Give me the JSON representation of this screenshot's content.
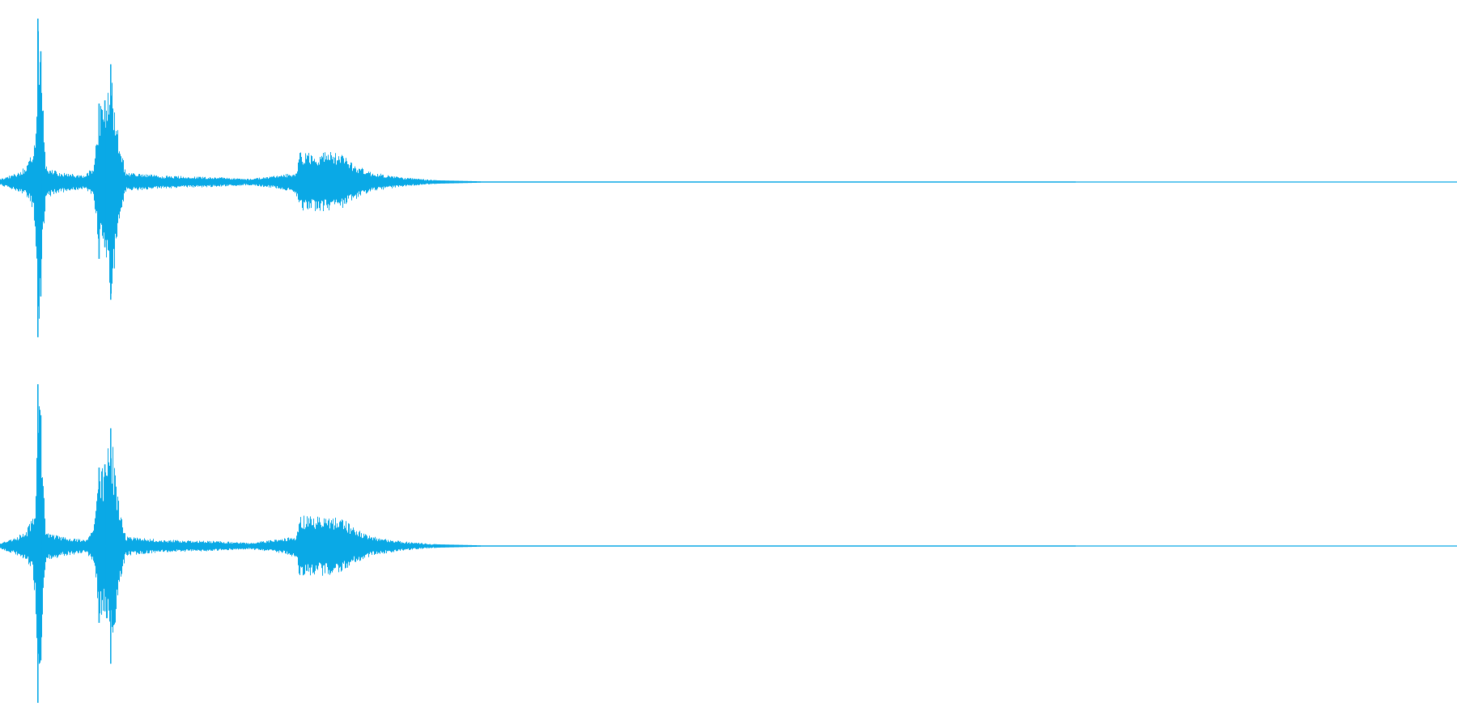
{
  "colors": {
    "background": "#ffffff",
    "waveform": "#0aa9e6"
  },
  "chart_data": {
    "type": "area",
    "description_kind": "stereo audio waveform envelope",
    "x_domain": [
      0,
      1
    ],
    "y_domain": [
      -1,
      1
    ],
    "grid": false,
    "legend": "none",
    "channels": [
      {
        "channel": 1,
        "envelope_points": [
          {
            "x": 0.0,
            "upper": 0.02,
            "lower": -0.02
          },
          {
            "x": 0.01,
            "upper": 0.05,
            "lower": -0.05
          },
          {
            "x": 0.018,
            "upper": 0.1,
            "lower": -0.09
          },
          {
            "x": 0.022,
            "upper": 0.18,
            "lower": -0.16
          },
          {
            "x": 0.024,
            "upper": 0.25,
            "lower": -0.33
          },
          {
            "x": 0.026,
            "upper": 1.0,
            "lower": -0.95
          },
          {
            "x": 0.028,
            "upper": 0.8,
            "lower": -0.7
          },
          {
            "x": 0.031,
            "upper": 0.1,
            "lower": -0.1
          },
          {
            "x": 0.04,
            "upper": 0.06,
            "lower": -0.07
          },
          {
            "x": 0.058,
            "upper": 0.04,
            "lower": -0.04
          },
          {
            "x": 0.064,
            "upper": 0.1,
            "lower": -0.1
          },
          {
            "x": 0.068,
            "upper": 0.48,
            "lower": -0.47
          },
          {
            "x": 0.072,
            "upper": 0.5,
            "lower": -0.4
          },
          {
            "x": 0.076,
            "upper": 0.72,
            "lower": -0.72
          },
          {
            "x": 0.08,
            "upper": 0.35,
            "lower": -0.4
          },
          {
            "x": 0.086,
            "upper": 0.06,
            "lower": -0.06
          },
          {
            "x": 0.11,
            "upper": 0.04,
            "lower": -0.04
          },
          {
            "x": 0.15,
            "upper": 0.03,
            "lower": -0.03
          },
          {
            "x": 0.17,
            "upper": 0.02,
            "lower": -0.02
          },
          {
            "x": 0.19,
            "upper": 0.04,
            "lower": -0.04
          },
          {
            "x": 0.203,
            "upper": 0.06,
            "lower": -0.07
          },
          {
            "x": 0.205,
            "upper": 0.19,
            "lower": -0.18
          },
          {
            "x": 0.215,
            "upper": 0.18,
            "lower": -0.18
          },
          {
            "x": 0.225,
            "upper": 0.19,
            "lower": -0.19
          },
          {
            "x": 0.235,
            "upper": 0.17,
            "lower": -0.16
          },
          {
            "x": 0.245,
            "upper": 0.1,
            "lower": -0.1
          },
          {
            "x": 0.255,
            "upper": 0.06,
            "lower": -0.06
          },
          {
            "x": 0.275,
            "upper": 0.03,
            "lower": -0.03
          },
          {
            "x": 0.3,
            "upper": 0.01,
            "lower": -0.01
          },
          {
            "x": 0.33,
            "upper": 0.004,
            "lower": -0.004
          },
          {
            "x": 1.0,
            "upper": 0.003,
            "lower": -0.003
          }
        ]
      },
      {
        "channel": 2,
        "envelope_points": [
          {
            "x": 0.0,
            "upper": 0.02,
            "lower": -0.02
          },
          {
            "x": 0.01,
            "upper": 0.05,
            "lower": -0.05
          },
          {
            "x": 0.018,
            "upper": 0.1,
            "lower": -0.09
          },
          {
            "x": 0.022,
            "upper": 0.18,
            "lower": -0.16
          },
          {
            "x": 0.024,
            "upper": 0.25,
            "lower": -0.33
          },
          {
            "x": 0.026,
            "upper": 0.99,
            "lower": -0.96
          },
          {
            "x": 0.028,
            "upper": 0.8,
            "lower": -0.7
          },
          {
            "x": 0.031,
            "upper": 0.1,
            "lower": -0.1
          },
          {
            "x": 0.04,
            "upper": 0.06,
            "lower": -0.07
          },
          {
            "x": 0.058,
            "upper": 0.04,
            "lower": -0.04
          },
          {
            "x": 0.064,
            "upper": 0.1,
            "lower": -0.1
          },
          {
            "x": 0.068,
            "upper": 0.48,
            "lower": -0.47
          },
          {
            "x": 0.072,
            "upper": 0.5,
            "lower": -0.4
          },
          {
            "x": 0.076,
            "upper": 0.72,
            "lower": -0.72
          },
          {
            "x": 0.08,
            "upper": 0.35,
            "lower": -0.4
          },
          {
            "x": 0.086,
            "upper": 0.06,
            "lower": -0.06
          },
          {
            "x": 0.11,
            "upper": 0.04,
            "lower": -0.04
          },
          {
            "x": 0.15,
            "upper": 0.03,
            "lower": -0.03
          },
          {
            "x": 0.17,
            "upper": 0.02,
            "lower": -0.02
          },
          {
            "x": 0.19,
            "upper": 0.04,
            "lower": -0.04
          },
          {
            "x": 0.203,
            "upper": 0.06,
            "lower": -0.07
          },
          {
            "x": 0.205,
            "upper": 0.19,
            "lower": -0.18
          },
          {
            "x": 0.215,
            "upper": 0.18,
            "lower": -0.18
          },
          {
            "x": 0.225,
            "upper": 0.19,
            "lower": -0.19
          },
          {
            "x": 0.235,
            "upper": 0.17,
            "lower": -0.16
          },
          {
            "x": 0.245,
            "upper": 0.1,
            "lower": -0.1
          },
          {
            "x": 0.255,
            "upper": 0.06,
            "lower": -0.06
          },
          {
            "x": 0.275,
            "upper": 0.03,
            "lower": -0.03
          },
          {
            "x": 0.3,
            "upper": 0.01,
            "lower": -0.01
          },
          {
            "x": 0.33,
            "upper": 0.004,
            "lower": -0.004
          },
          {
            "x": 1.0,
            "upper": 0.003,
            "lower": -0.003
          }
        ]
      }
    ]
  }
}
